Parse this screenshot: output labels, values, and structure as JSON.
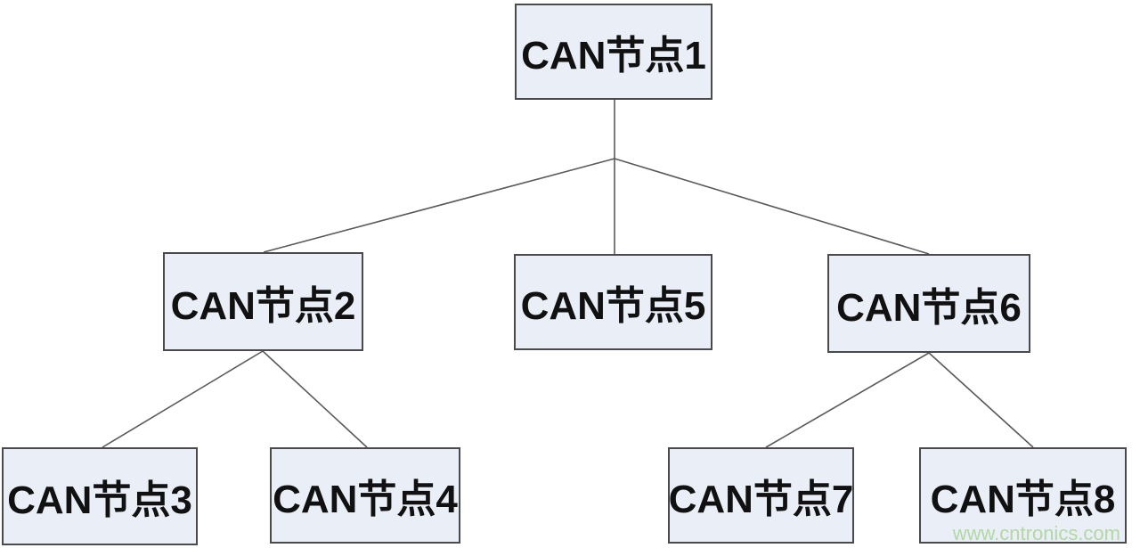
{
  "diagram": {
    "type": "tree",
    "nodes": [
      {
        "id": "1",
        "label": "CAN节点1"
      },
      {
        "id": "2",
        "label": "CAN节点2"
      },
      {
        "id": "3",
        "label": "CAN节点3"
      },
      {
        "id": "4",
        "label": "CAN节点4"
      },
      {
        "id": "5",
        "label": "CAN节点5"
      },
      {
        "id": "6",
        "label": "CAN节点6"
      },
      {
        "id": "7",
        "label": "CAN节点7"
      },
      {
        "id": "8",
        "label": "CAN节点8"
      }
    ],
    "edges": [
      {
        "from": "1",
        "to": "2"
      },
      {
        "from": "1",
        "to": "5"
      },
      {
        "from": "1",
        "to": "6"
      },
      {
        "from": "2",
        "to": "3"
      },
      {
        "from": "2",
        "to": "4"
      },
      {
        "from": "6",
        "to": "7"
      },
      {
        "from": "6",
        "to": "8"
      }
    ]
  },
  "watermark": {
    "text": "www.cntronics.com"
  },
  "colors": {
    "background": "#ffffff",
    "box_fill": "#eaeef7",
    "box_border": "#4a4a4a",
    "line": "#5a5a5a",
    "text": "#111111",
    "watermark": "#b2d8a4"
  }
}
